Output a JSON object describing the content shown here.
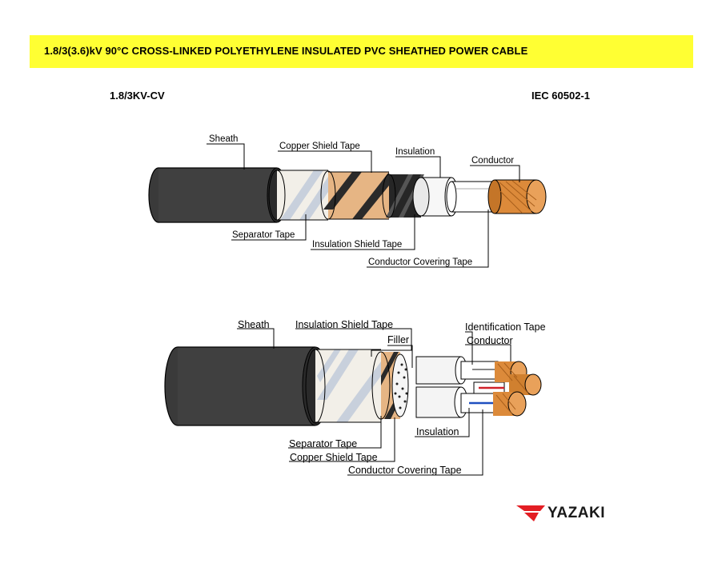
{
  "header": {
    "title": "1.8/3(3.6)kV 90°C CROSS-LINKED POLYETHYLENE INSULATED PVC SHEATHED POWER CABLE"
  },
  "model": "1.8/3KV-CV",
  "standard": "IEC 60502-1",
  "single_core": {
    "labels": {
      "sheath": "Sheath",
      "copper_shield_tape": "Copper Shield Tape",
      "insulation": "Insulation",
      "conductor": "Conductor",
      "separator_tape": "Separator Tape",
      "insulation_shield_tape": "Insulation Shield Tape",
      "conductor_covering_tape": "Conductor Covering Tape"
    }
  },
  "three_core": {
    "labels": {
      "sheath": "Sheath",
      "insulation_shield_tape": "Insulation Shield Tape",
      "filler": "Filler",
      "identification_tape": "Identification Tape",
      "conductor": "Conductor",
      "insulation": "Insulation",
      "separator_tape": "Separator Tape",
      "copper_shield_tape": "Copper Shield Tape",
      "conductor_covering_tape": "Conductor Covering Tape"
    }
  },
  "logo": {
    "text": "YAZAKI",
    "color": "#e31e24"
  }
}
